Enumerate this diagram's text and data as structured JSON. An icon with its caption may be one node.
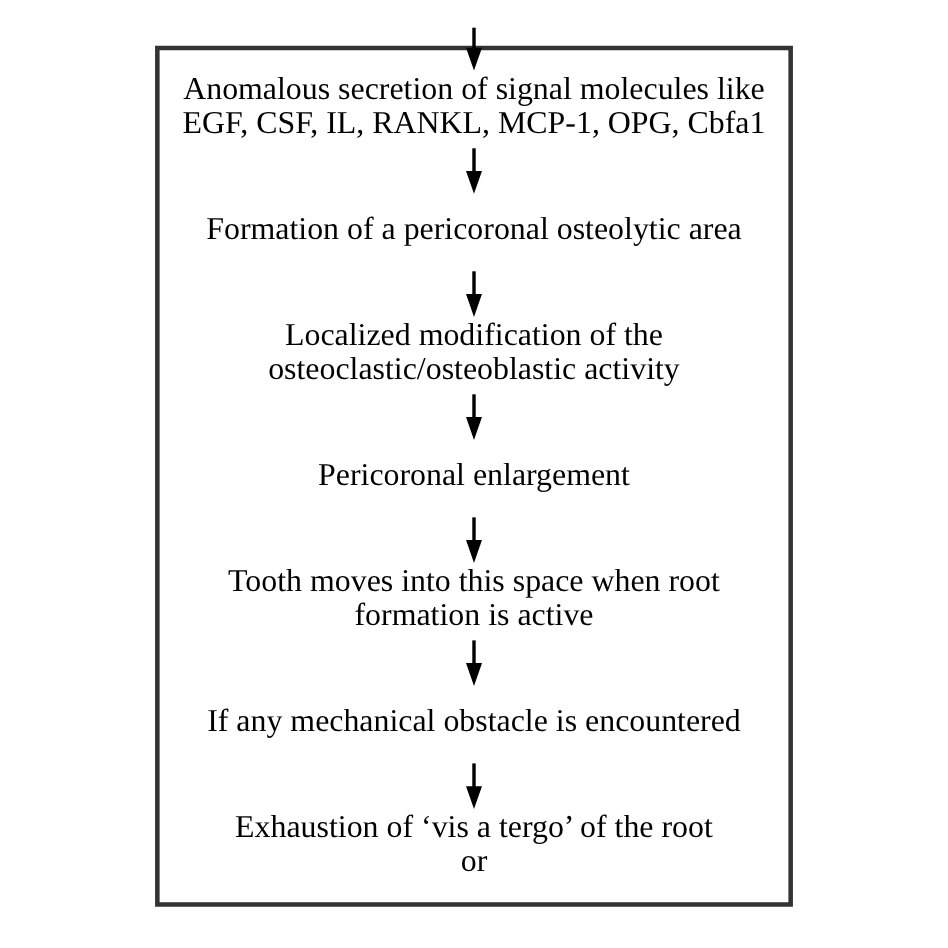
{
  "diagram": {
    "nodes": [
      {
        "text": [],
        "shape": "box"
      },
      {
        "text": [
          "Anomalous secretion of signal molecules like EGF, CSF, IL, RANKL, MCP-1, OPG, Cbfa1"
        ],
        "in": 0
      },
      {
        "text": [
          "Formation of a pericoronal osteolytic area"
        ],
        "in": 0
      },
      {
        "text": [
          "Localized modification of the osteoclastic/osteoblastic activity"
        ],
        "in": 0
      },
      {
        "text": [
          "Pericoronal enlargement"
        ],
        "in": 0
      },
      {
        "text": [
          "Tooth moves into this space when root formation is active"
        ],
        "in": 0
      },
      {
        "text": [
          "If any mechanical obstacle is encountered"
        ],
        "in": 0
      },
      {
        "text": [
          "Exhaustion of ‘vis a tergo’ of the root",
          "or"
        ],
        "in": 0
      }
    ],
    "edges": [
      {
        "from": null,
        "to": 1,
        "arrow": "to"
      },
      {
        "from": 1,
        "to": 2,
        "arrow": "to"
      },
      {
        "from": 2,
        "to": 3,
        "arrow": "to"
      },
      {
        "from": 3,
        "to": 4,
        "arrow": "to"
      },
      {
        "from": 4,
        "to": 5,
        "arrow": "to"
      },
      {
        "from": 5,
        "to": 6,
        "arrow": "to"
      },
      {
        "from": 6,
        "to": 7,
        "arrow": "to"
      }
    ]
  }
}
